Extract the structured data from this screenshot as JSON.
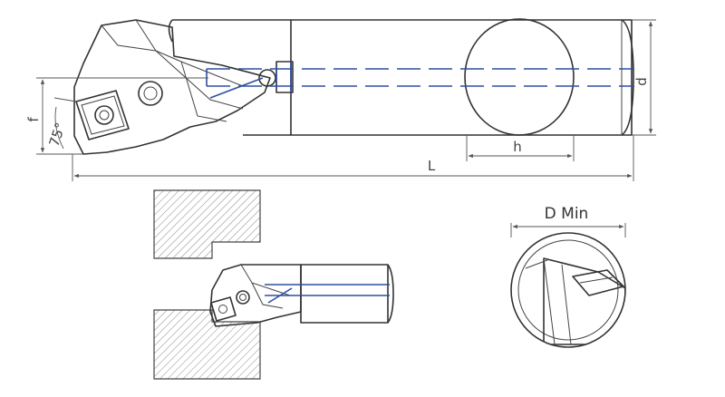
{
  "labels": {
    "length": "L",
    "diameter": "d",
    "height": "h",
    "offset": "f",
    "angle": "75°",
    "min_bore": "D Min"
  },
  "colors": {
    "outline": "#333333",
    "coolant": "#2e4fa0",
    "hatch": "#8a8a8a"
  }
}
